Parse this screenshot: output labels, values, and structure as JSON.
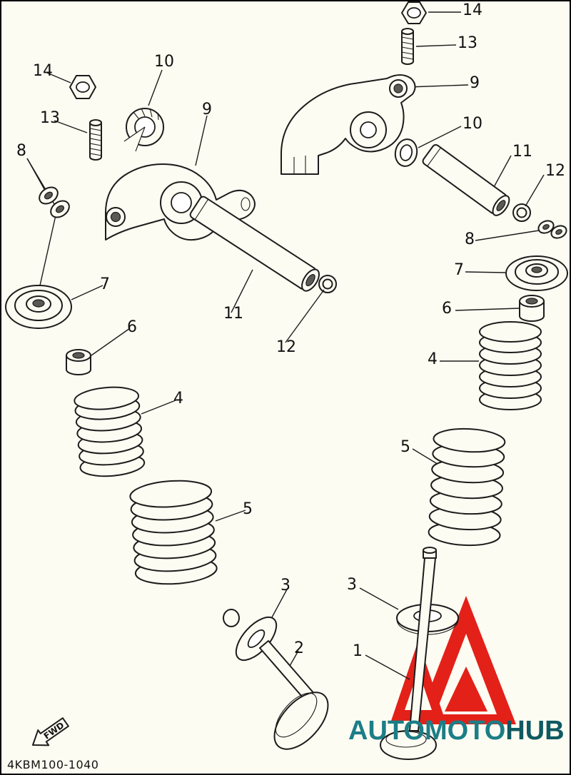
{
  "page": {
    "background_color": "#fdfcf2",
    "border_color": "#000000",
    "line_color": "#1c1c1c"
  },
  "diagram": {
    "part_code": "4KBM100-1040",
    "fwd_label": "FWD"
  },
  "callouts": [
    {
      "id": "14-left",
      "text": "14"
    },
    {
      "id": "13-left",
      "text": "13"
    },
    {
      "id": "8-left",
      "text": "8"
    },
    {
      "id": "10-left",
      "text": "10"
    },
    {
      "id": "9-left",
      "text": "9"
    },
    {
      "id": "7-left",
      "text": "7"
    },
    {
      "id": "6-left",
      "text": "6"
    },
    {
      "id": "4-left",
      "text": "4"
    },
    {
      "id": "11-left",
      "text": "11"
    },
    {
      "id": "12-left",
      "text": "12"
    },
    {
      "id": "5-left",
      "text": "5"
    },
    {
      "id": "3-left",
      "text": "3"
    },
    {
      "id": "2-left",
      "text": "2"
    },
    {
      "id": "14-right",
      "text": "14"
    },
    {
      "id": "13-right",
      "text": "13"
    },
    {
      "id": "9-right",
      "text": "9"
    },
    {
      "id": "10-right",
      "text": "10"
    },
    {
      "id": "11-right",
      "text": "11"
    },
    {
      "id": "12-right",
      "text": "12"
    },
    {
      "id": "8-right",
      "text": "8"
    },
    {
      "id": "7-right",
      "text": "7"
    },
    {
      "id": "6-right",
      "text": "6"
    },
    {
      "id": "4-right",
      "text": "4"
    },
    {
      "id": "5-right",
      "text": "5"
    },
    {
      "id": "3-right",
      "text": "3"
    },
    {
      "id": "1-right",
      "text": "1"
    }
  ],
  "watermark": {
    "text_primary": "AUTOMOTO",
    "text_secondary": "HUB",
    "primary_color": "#1b7e87",
    "secondary_color": "#0f5a62",
    "logo_color": "#e32119"
  }
}
